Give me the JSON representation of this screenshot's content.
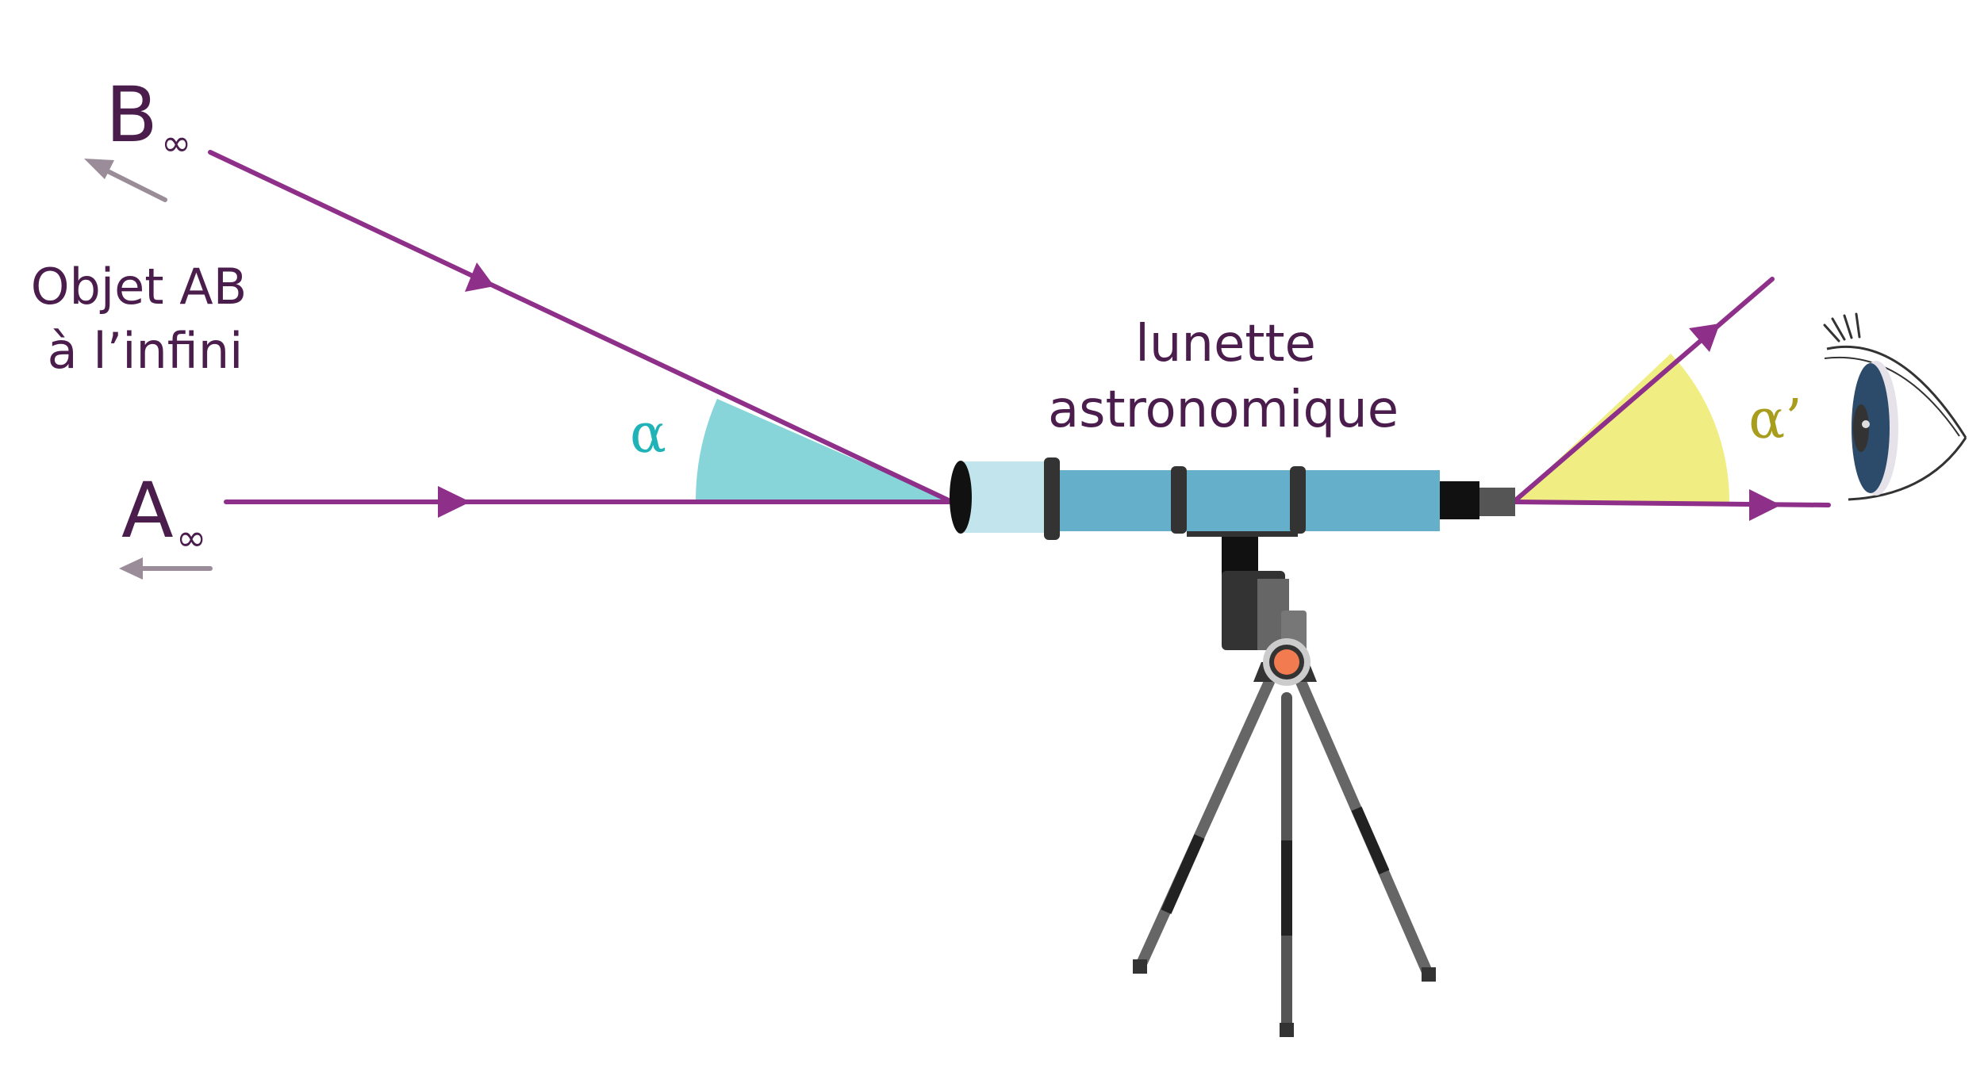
{
  "labels": {
    "point_b": "B",
    "point_a": "A",
    "infinity": "∞",
    "object_line1": "Objet AB",
    "object_line2": "à l’infini",
    "instrument_line1": "lunette",
    "instrument_line2": "astronomique",
    "angle_alpha": "α",
    "angle_alpha_prime": "α’"
  },
  "icons": {
    "instrument": "telescope-icon",
    "observer": "eye-icon"
  },
  "colors": {
    "ray": "#8e2f8a",
    "text": "#4a1d4d",
    "alpha_fill": "#87d5d9",
    "alpha_text": "#1fb3b8",
    "alpha_prime_fill": "#f0ed82",
    "alpha_prime_text": "#a89d1c",
    "arrow_gray": "#9a8d99",
    "tube": "#65afca",
    "tube_light": "#c2e4ec"
  }
}
